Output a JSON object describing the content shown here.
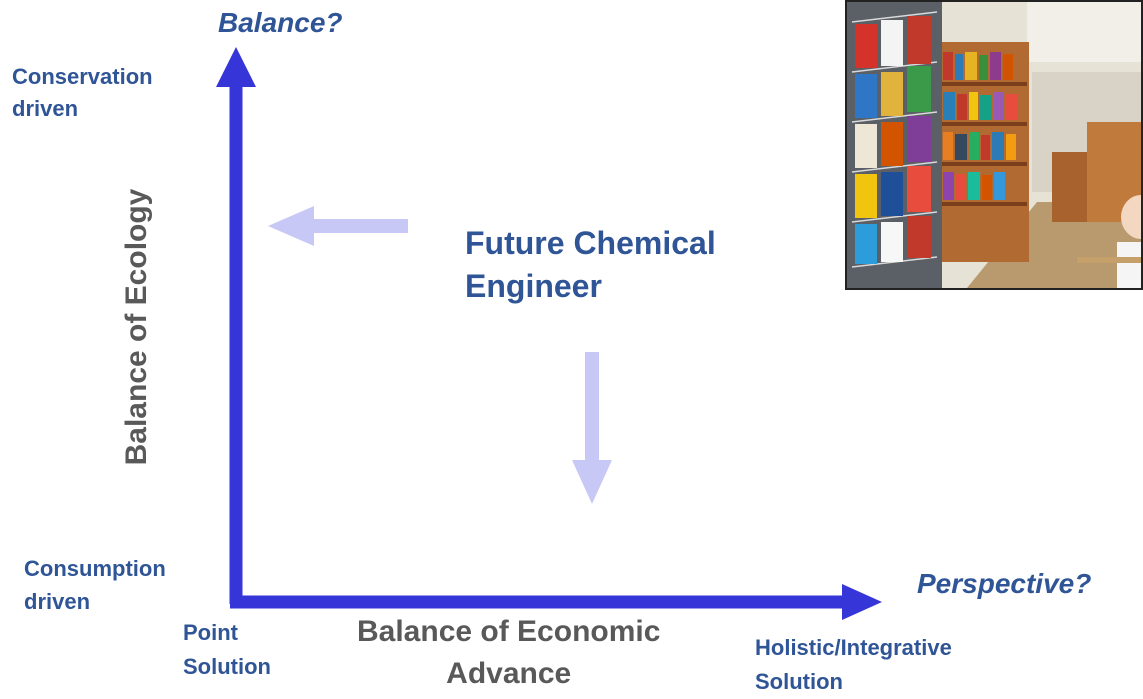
{
  "title_top": "Balance?",
  "y_high_label": "Conservation\ndriven",
  "y_axis_title": "Balance of Ecology",
  "y_low_label": "Consumption\ndriven",
  "center_label": "Future Chemical\nEngineer",
  "x_low_label": "Point\nSolution",
  "x_axis_title": "Balance of Economic\nAdvance",
  "x_high_label": "Holistic/Integrative\nSolution",
  "title_right": "Perspective?",
  "colors": {
    "axis": "#3535d8",
    "label": "#2f5597",
    "axis_title": "#595959",
    "faded_arrow": "#c8c8f6"
  }
}
